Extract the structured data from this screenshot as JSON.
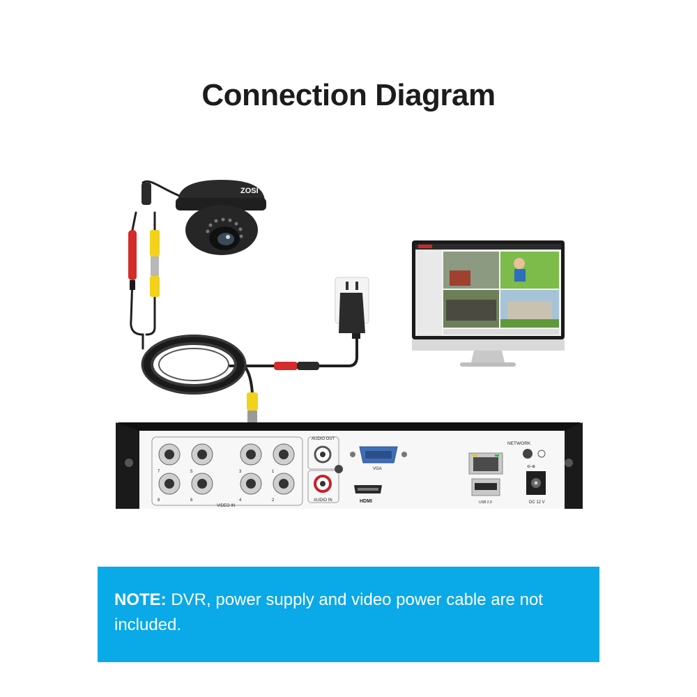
{
  "title": "Connection Diagram",
  "camera": {
    "brand": "ZOSI"
  },
  "dvr": {
    "video_in_label": "VIDEO IN",
    "channels": [
      "7",
      "5",
      "3",
      "1",
      "8",
      "6",
      "4",
      "2"
    ],
    "audio_out_label": "AUDIO OUT",
    "audio_in_label": "AUDIO IN",
    "vga_label": "VGA",
    "hdmi_label": "HDMI",
    "network_label": "NETWORK",
    "usb_label": "USB 2.0",
    "dc_label": "DC 12 V"
  },
  "note": {
    "prefix": "NOTE:",
    "text": " DVR, power supply and video power cable are not included."
  },
  "colors": {
    "note_bg": "#0aa9e8",
    "video_plug": "#f2d21b",
    "power_plug": "#d42b2b",
    "cable": "#1f1f1f"
  }
}
